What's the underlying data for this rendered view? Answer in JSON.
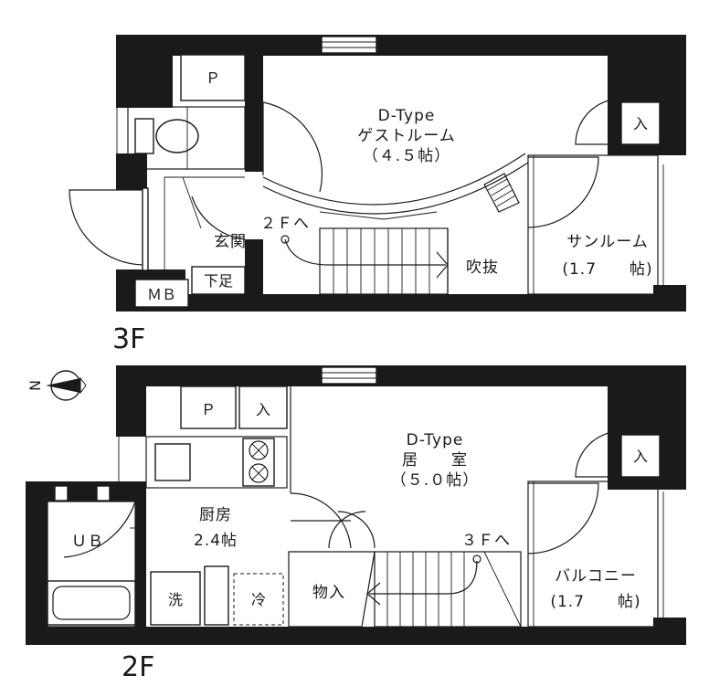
{
  "floors": {
    "f3": {
      "label": "3F",
      "guest_room": {
        "type": "D-Type",
        "name": "ゲストルーム",
        "size": "（４.５帖）"
      },
      "sunroom": {
        "name": "サンルーム",
        "size": "(1.7　　帖)"
      },
      "entrance": "玄関",
      "stairs_to": "２Ｆへ",
      "void": "吹抜",
      "shoe_box": "下足",
      "mb": "ＭＢ",
      "p": "Ｐ",
      "closet": "入"
    },
    "f2": {
      "label": "2F",
      "living_room": {
        "type": "D-Type",
        "name": "居　　室",
        "size": "（５.０帖）"
      },
      "kitchen": {
        "name": "厨房",
        "size": "2.4帖"
      },
      "balcony": {
        "name": "バルコニー",
        "size": "(1.7　　帖)"
      },
      "storage": "物入",
      "stairs_to": "３Ｆへ",
      "unit_bath": "ＵＢ",
      "washer": "洗",
      "fridge": "冷",
      "p": "Ｐ",
      "closet_1": "入",
      "closet_2": "入"
    }
  },
  "compass": {
    "label": "N"
  }
}
